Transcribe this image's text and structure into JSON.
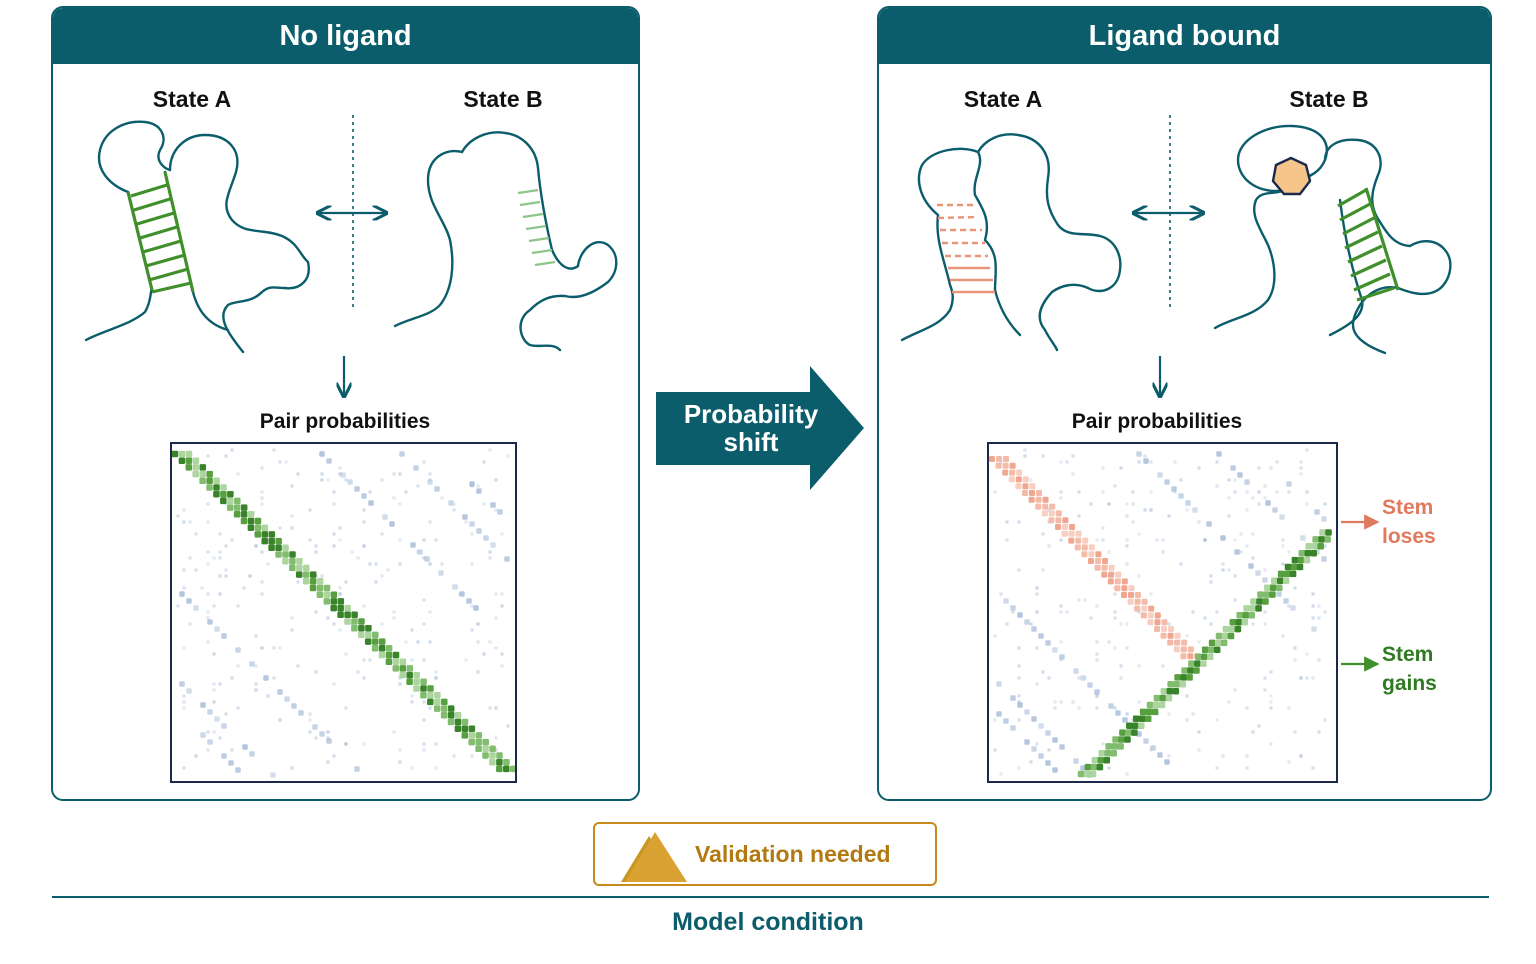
{
  "left_panel": {
    "title": "No ligand",
    "state_a": "State A",
    "state_b": "State B",
    "pair_probabilities": "Pair probabilities"
  },
  "right_panel": {
    "title": "Ligand bound",
    "state_a": "State A",
    "state_b": "State B",
    "pair_probabilities": "Pair probabilities",
    "stem_loses": "Stem loses",
    "stem_gains": "Stem gains"
  },
  "center_arrow": {
    "label": "Probability shift"
  },
  "validation": {
    "label": "Validation needed",
    "icon": "warning-triangle-icon"
  },
  "footer": {
    "label": "Model condition"
  },
  "colors": {
    "teal": "#0c5d6b",
    "stem_green": "#3f8f2a",
    "stem_loss": "#e9957a",
    "background_pairs": "#9fb6d4",
    "warning": "#c88a1c",
    "ligand": "#f6c58a"
  }
}
